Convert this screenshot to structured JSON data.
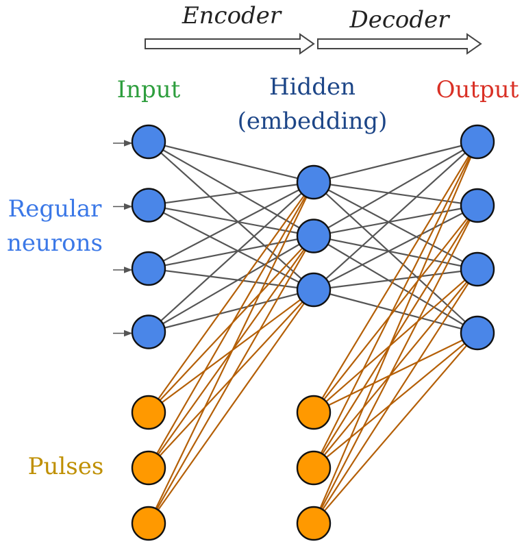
{
  "stages": {
    "encoder": "Encoder",
    "decoder": "Decoder"
  },
  "layers": {
    "input": "Input",
    "hidden_line1": "Hidden",
    "hidden_line2": "(embedding)",
    "output": "Output"
  },
  "groups": {
    "regular_line1": "Regular",
    "regular_line2": "neurons",
    "pulses": "Pulses"
  },
  "colors": {
    "regular_node": "#4a86e8",
    "pulse_node": "#ff9900",
    "regular_edge": "#555555",
    "pulse_edge": "#b45f06",
    "input_label": "#2e9e3e",
    "hidden_label": "#1c4587",
    "output_label": "#d93025",
    "regular_label": "#3b78e7",
    "pulse_label": "#bf8f00",
    "stage_label": "#222222"
  },
  "counts": {
    "input_regular": 4,
    "input_pulses": 3,
    "hidden": 3,
    "hidden_pulses": 3,
    "output": 4
  }
}
